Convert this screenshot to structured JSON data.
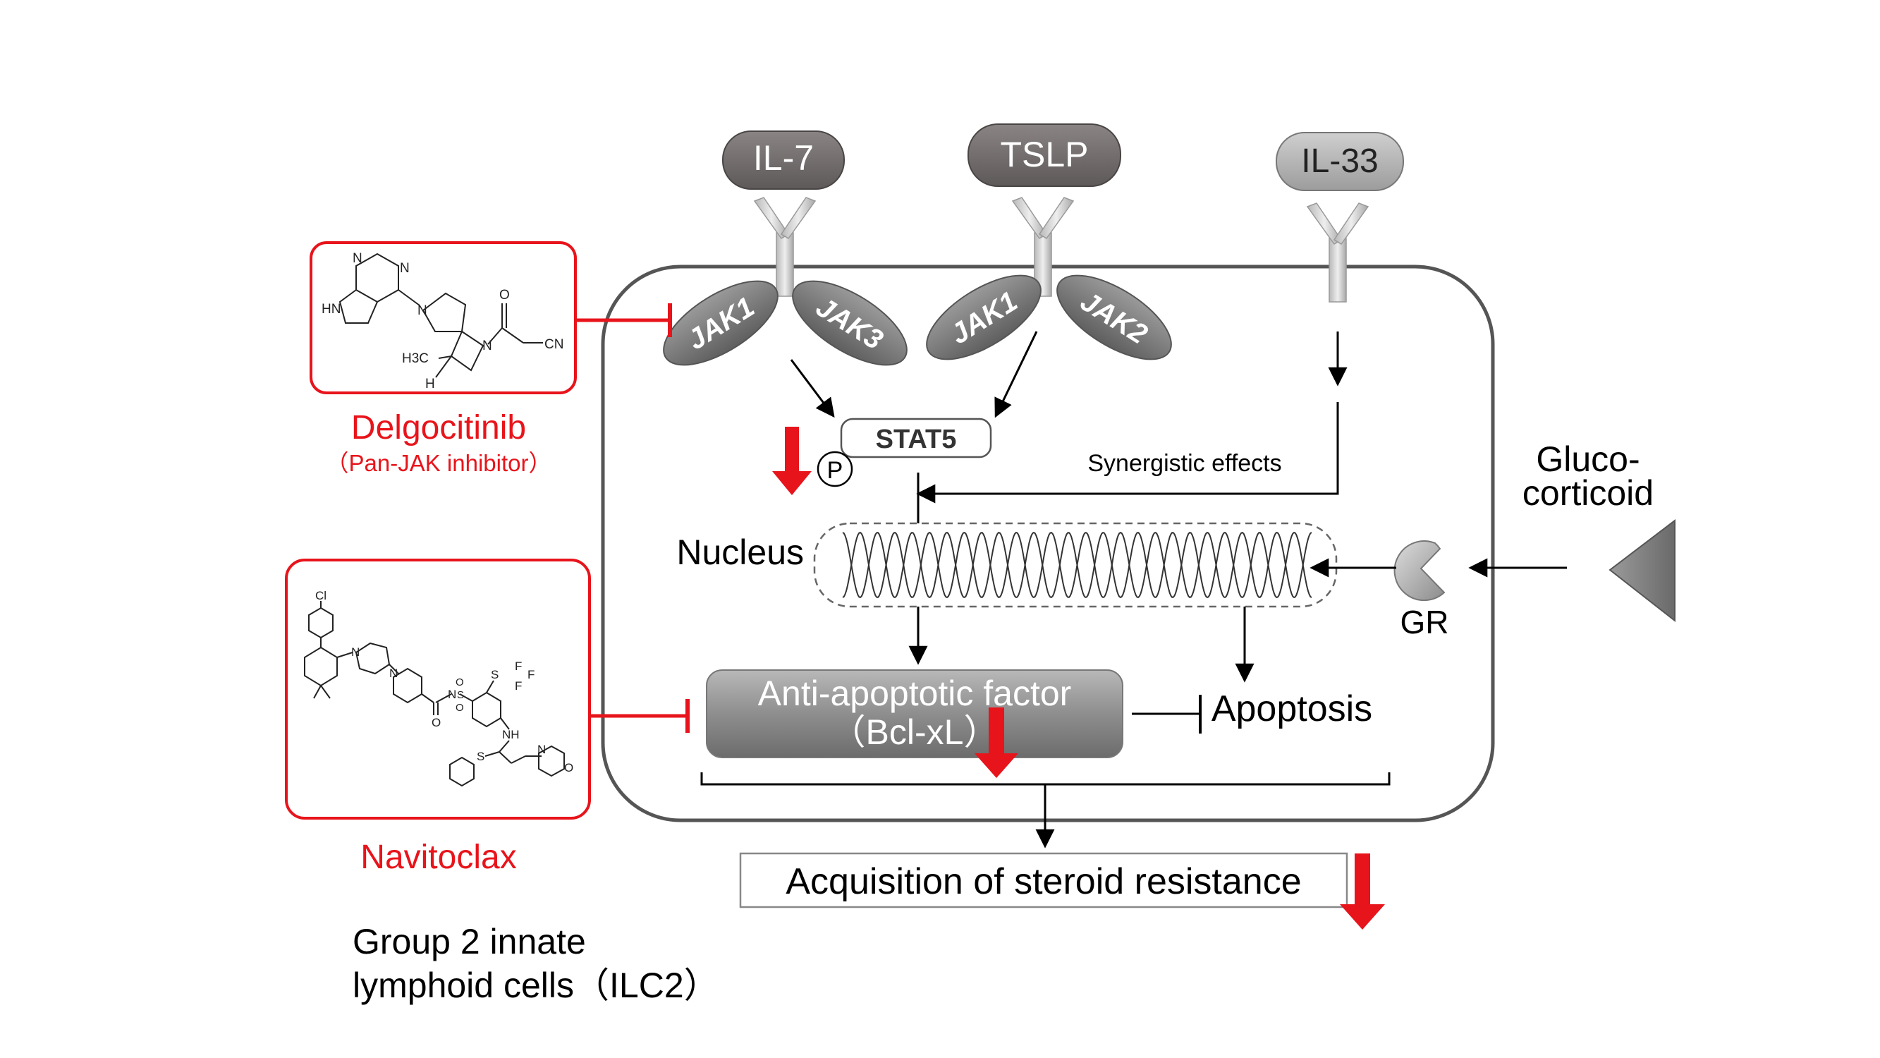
{
  "ligands": {
    "il7": "IL-7",
    "tslp": "TSLP",
    "il33": "IL-33"
  },
  "kinases": {
    "jak1_left": "JAK1",
    "jak3": "JAK3",
    "jak1_right": "JAK1",
    "jak2": "JAK2"
  },
  "signaling": {
    "stat5": "STAT5",
    "phospho": "P",
    "synergy": "Synergistic effects",
    "nucleus": "Nucleus",
    "anti_apoptotic_line1": "Anti-apoptotic factor",
    "anti_apoptotic_line2": "（Bcl-xL）",
    "apoptosis": "Apoptosis",
    "resistance": "Acquisition of steroid resistance"
  },
  "glucocorticoid": {
    "line1": "Gluco-",
    "line2": "corticoid",
    "receptor": "GR"
  },
  "drugs": {
    "delgocitinib": {
      "name": "Delgocitinib",
      "description": "（Pan-JAK inhibitor）",
      "structure_labels": {
        "n_top": "N",
        "n_right": "N",
        "hn": "HN",
        "n_pyrrolidine": "N",
        "o": "O",
        "n_azetidine": "N",
        "cn": "CN",
        "h3c": "H3C",
        "h": "H"
      }
    },
    "navitoclax": {
      "name": "Navitoclax",
      "structure_labels": {
        "cl": "Cl",
        "n1": "N",
        "n2": "N",
        "s_sulfonyl": "S",
        "o1": "O",
        "o2": "O",
        "o_carbonyl": "O",
        "nh_amide": "N",
        "s_cf3": "S",
        "f1": "F",
        "f2": "F",
        "f3": "F",
        "nh_amine": "NH",
        "s_thio": "S",
        "n_morph": "N",
        "o_morph": "O"
      }
    }
  },
  "cell_label": {
    "line1": "Group 2 innate",
    "line2": "lymphoid cells（ILC2）"
  },
  "colors": {
    "inhibitor_red": "#e8141b",
    "ligand_dark": "#6d6767",
    "ligand_light": "#a9a9a9",
    "jak_fill": "#7a7a7a",
    "cell_outline": "#555555"
  }
}
